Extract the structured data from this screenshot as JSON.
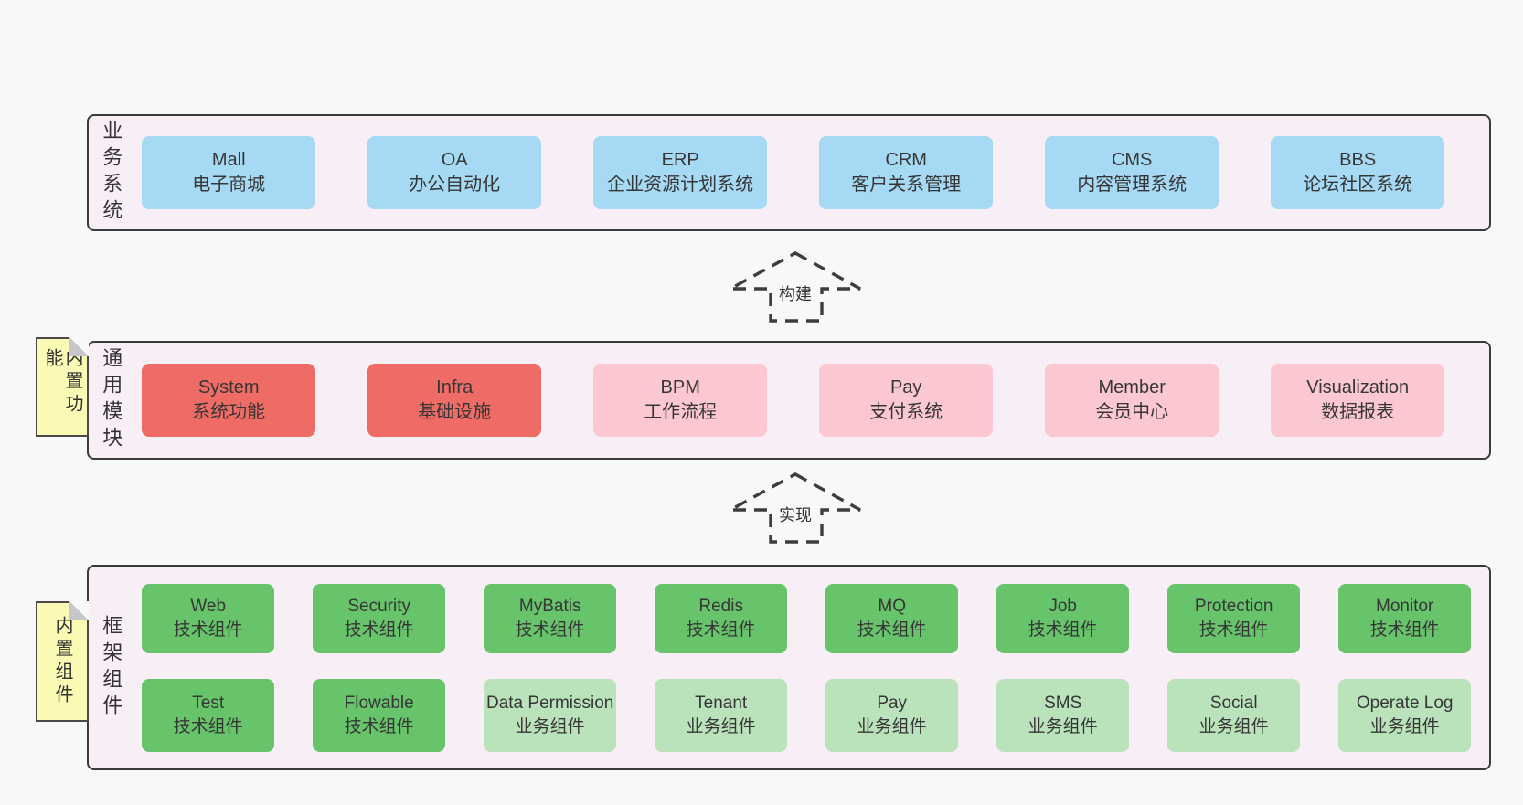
{
  "colors": {
    "page_bg": "#f8f8f8",
    "section_bg": "#f8eef6",
    "section_border": "#3b3b3b",
    "business_box": "#a6d9f3",
    "core_module_box": "#ee6b66",
    "module_box": "#fbc8d1",
    "tech_component_box": "#67c46b",
    "biz_component_box": "#bae3bc",
    "sticky_note": "#fafab4",
    "text": "#363636"
  },
  "sections": [
    {
      "label": "业务系统",
      "boxes": [
        {
          "name": "Mall",
          "desc": "电子商城",
          "variant": "blue"
        },
        {
          "name": "OA",
          "desc": "办公自动化",
          "variant": "blue"
        },
        {
          "name": "ERP",
          "desc": "企业资源计划系统",
          "variant": "blue"
        },
        {
          "name": "CRM",
          "desc": "客户关系管理",
          "variant": "blue"
        },
        {
          "name": "CMS",
          "desc": "内容管理系统",
          "variant": "blue"
        },
        {
          "name": "BBS",
          "desc": "论坛社区系统",
          "variant": "blue"
        }
      ]
    },
    {
      "label": "通用模块",
      "sticky_label": "内置功能",
      "boxes": [
        {
          "name": "System",
          "desc": "系统功能",
          "variant": "red"
        },
        {
          "name": "Infra",
          "desc": "基础设施",
          "variant": "red"
        },
        {
          "name": "BPM",
          "desc": "工作流程",
          "variant": "pink"
        },
        {
          "name": "Pay",
          "desc": "支付系统",
          "variant": "pink"
        },
        {
          "name": "Member",
          "desc": "会员中心",
          "variant": "pink"
        },
        {
          "name": "Visualization",
          "desc": "数据报表",
          "variant": "pink"
        }
      ]
    },
    {
      "label": "框架组件",
      "sticky_label": "内置组件",
      "rows": [
        {
          "boxes": [
            {
              "name": "Web",
              "desc": "技术组件",
              "variant": "green"
            },
            {
              "name": "Security",
              "desc": "技术组件",
              "variant": "green"
            },
            {
              "name": "MyBatis",
              "desc": "技术组件",
              "variant": "green"
            },
            {
              "name": "Redis",
              "desc": "技术组件",
              "variant": "green"
            },
            {
              "name": "MQ",
              "desc": "技术组件",
              "variant": "green"
            },
            {
              "name": "Job",
              "desc": "技术组件",
              "variant": "green"
            },
            {
              "name": "Protection",
              "desc": "技术组件",
              "variant": "green"
            },
            {
              "name": "Monitor",
              "desc": "技术组件",
              "variant": "green"
            }
          ]
        },
        {
          "boxes": [
            {
              "name": "Test",
              "desc": "技术组件",
              "variant": "green"
            },
            {
              "name": "Flowable",
              "desc": "技术组件",
              "variant": "green"
            },
            {
              "name": "Data Permission",
              "desc": "业务组件",
              "variant": "lightgreen"
            },
            {
              "name": "Tenant",
              "desc": "业务组件",
              "variant": "lightgreen"
            },
            {
              "name": "Pay",
              "desc": "业务组件",
              "variant": "lightgreen"
            },
            {
              "name": "SMS",
              "desc": "业务组件",
              "variant": "lightgreen"
            },
            {
              "name": "Social",
              "desc": "业务组件",
              "variant": "lightgreen"
            },
            {
              "name": "Operate Log",
              "desc": "业务组件",
              "variant": "lightgreen"
            }
          ]
        }
      ]
    }
  ],
  "arrows": [
    {
      "label": "构建"
    },
    {
      "label": "实现"
    }
  ]
}
